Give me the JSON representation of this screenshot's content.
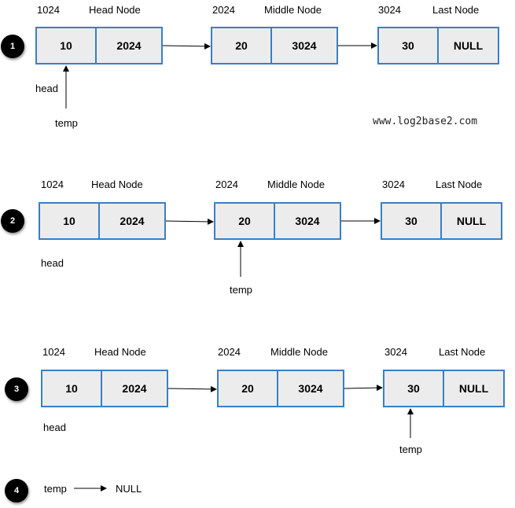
{
  "diagram": {
    "rows": [
      {
        "step": "1",
        "addresses": [
          "1024",
          "2024",
          "3024"
        ],
        "names": [
          "Head Node",
          "Middle Node",
          "Last Node"
        ],
        "nodes": [
          {
            "data": "10",
            "next": "2024"
          },
          {
            "data": "20",
            "next": "3024"
          },
          {
            "data": "30",
            "next": "NULL"
          }
        ],
        "head_label": "head",
        "temp_label": "temp"
      },
      {
        "step": "2",
        "addresses": [
          "1024",
          "2024",
          "3024"
        ],
        "names": [
          "Head Node",
          "Middle Node",
          "Last Node"
        ],
        "nodes": [
          {
            "data": "10",
            "next": "2024"
          },
          {
            "data": "20",
            "next": "3024"
          },
          {
            "data": "30",
            "next": "NULL"
          }
        ],
        "head_label": "head",
        "temp_label": "temp"
      },
      {
        "step": "3",
        "addresses": [
          "1024",
          "2024",
          "3024"
        ],
        "names": [
          "Head Node",
          "Middle Node",
          "Last Node"
        ],
        "nodes": [
          {
            "data": "10",
            "next": "2024"
          },
          {
            "data": "20",
            "next": "3024"
          },
          {
            "data": "30",
            "next": "NULL"
          }
        ],
        "head_label": "head",
        "temp_label": "temp"
      }
    ],
    "final": {
      "step": "4",
      "temp_label": "temp",
      "null_label": "NULL"
    },
    "watermark": "www.log2base2.com",
    "colors": {
      "node_border": "#3a7fc4",
      "node_fill": "#ececec",
      "step_badge": "#000000"
    }
  }
}
